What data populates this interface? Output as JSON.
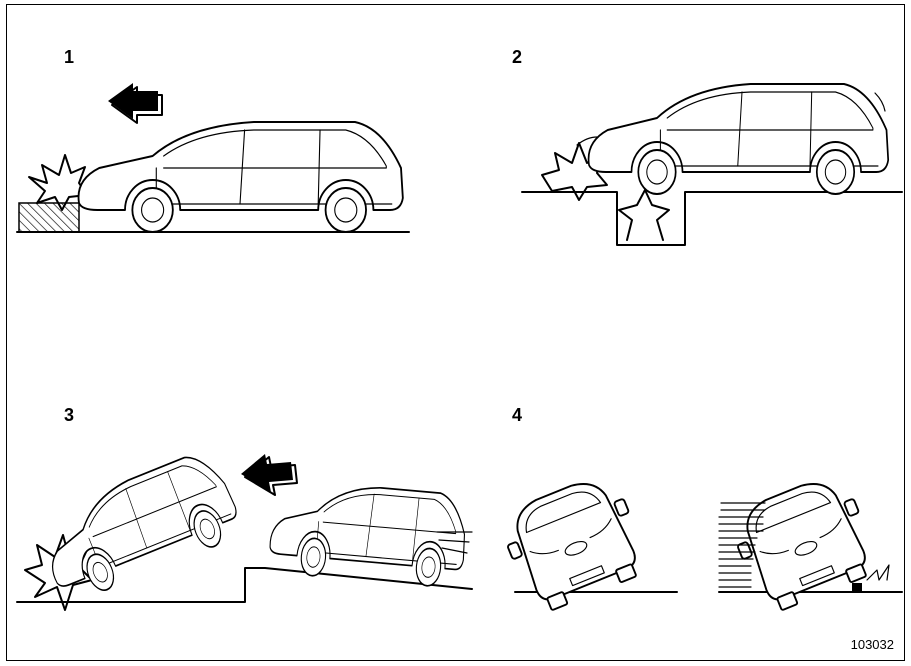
{
  "panels": [
    {
      "number": "1"
    },
    {
      "number": "2"
    },
    {
      "number": "3"
    },
    {
      "number": "4"
    }
  ],
  "figure_code": "103032",
  "colors": {
    "line": "#000000",
    "background": "#ffffff"
  }
}
